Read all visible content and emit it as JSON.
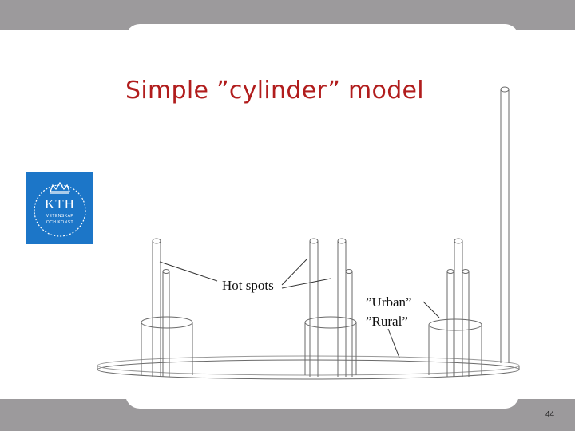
{
  "slide": {
    "title": "Simple ”cylinder” model",
    "page_number": "44"
  },
  "logo": {
    "name": "KTH",
    "line1": "VETENSKAP",
    "line2": "OCH KONST"
  },
  "diagram": {
    "labels": {
      "hot_spots": "Hot spots",
      "urban": "”Urban”",
      "rural": "”Rural”"
    }
  },
  "colors": {
    "frame": "#9c9a9c",
    "title": "#b11d1d",
    "logo_bg": "#1c76c8"
  }
}
